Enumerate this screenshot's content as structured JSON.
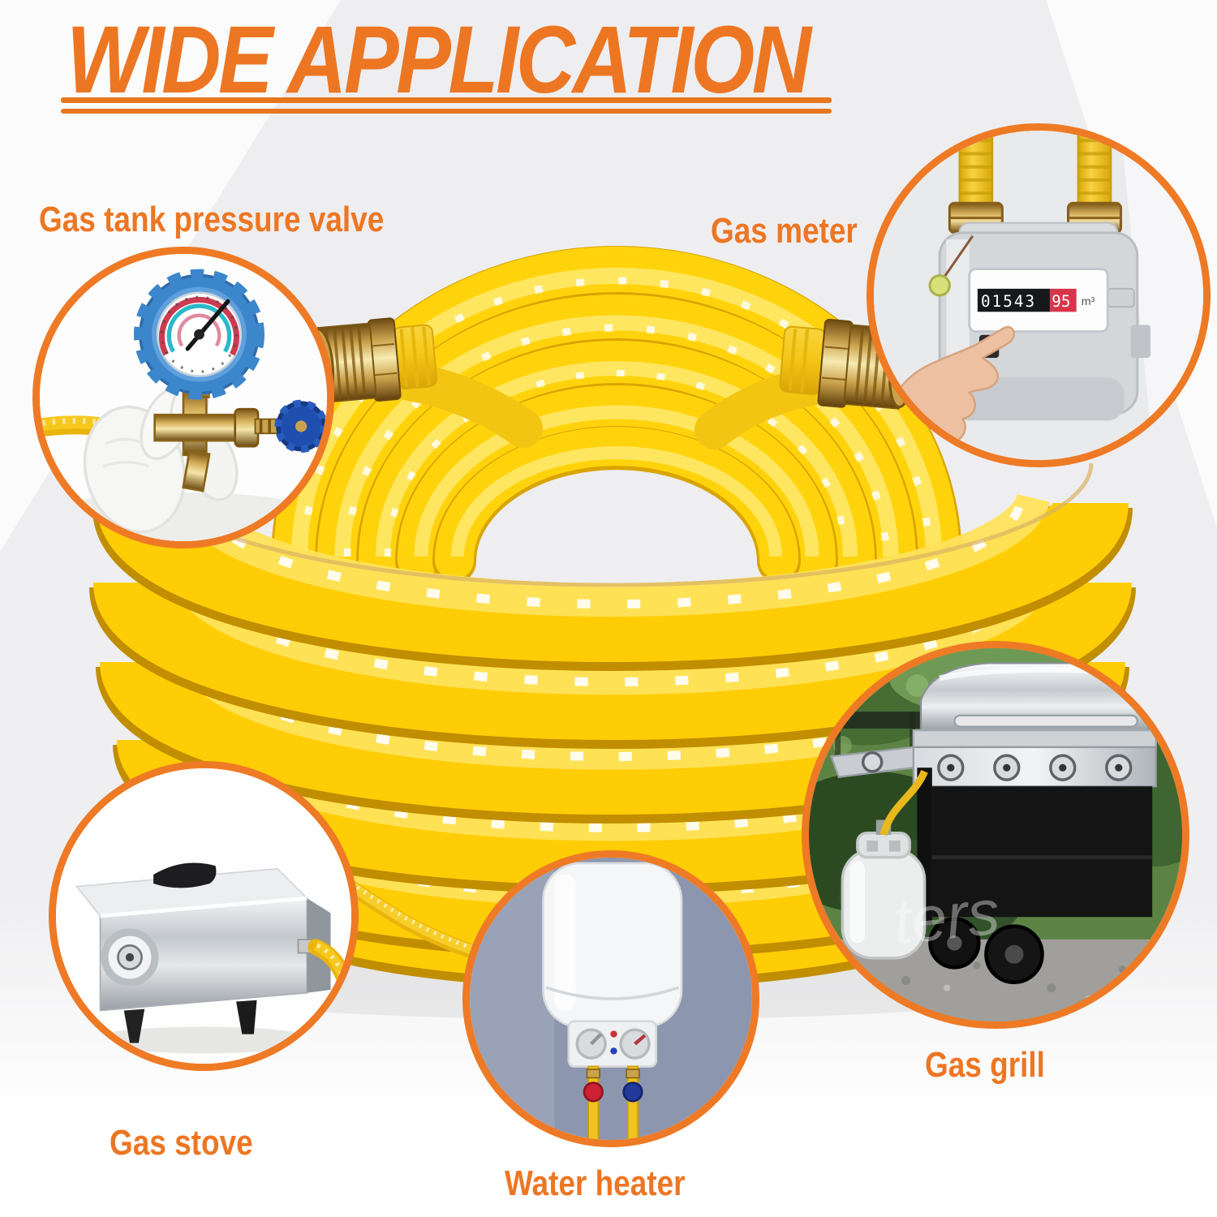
{
  "colors": {
    "accent": "#ED7623",
    "hose_yellow": "#FFCD06",
    "background": "#EFEFF1"
  },
  "title": {
    "text": "WIDE APPLICATION"
  },
  "callouts": [
    {
      "id": "gas-tank-pressure-valve",
      "label": "Gas tank pressure valve"
    },
    {
      "id": "gas-meter",
      "label": "Gas meter",
      "meter": {
        "reading_main": "01543",
        "reading_decimal": "95",
        "unit": "m³"
      }
    },
    {
      "id": "gas-stove",
      "label": "Gas stove"
    },
    {
      "id": "water-heater",
      "label": "Water heater"
    },
    {
      "id": "gas-grill",
      "label": "Gas grill",
      "watermark": "ters"
    }
  ]
}
